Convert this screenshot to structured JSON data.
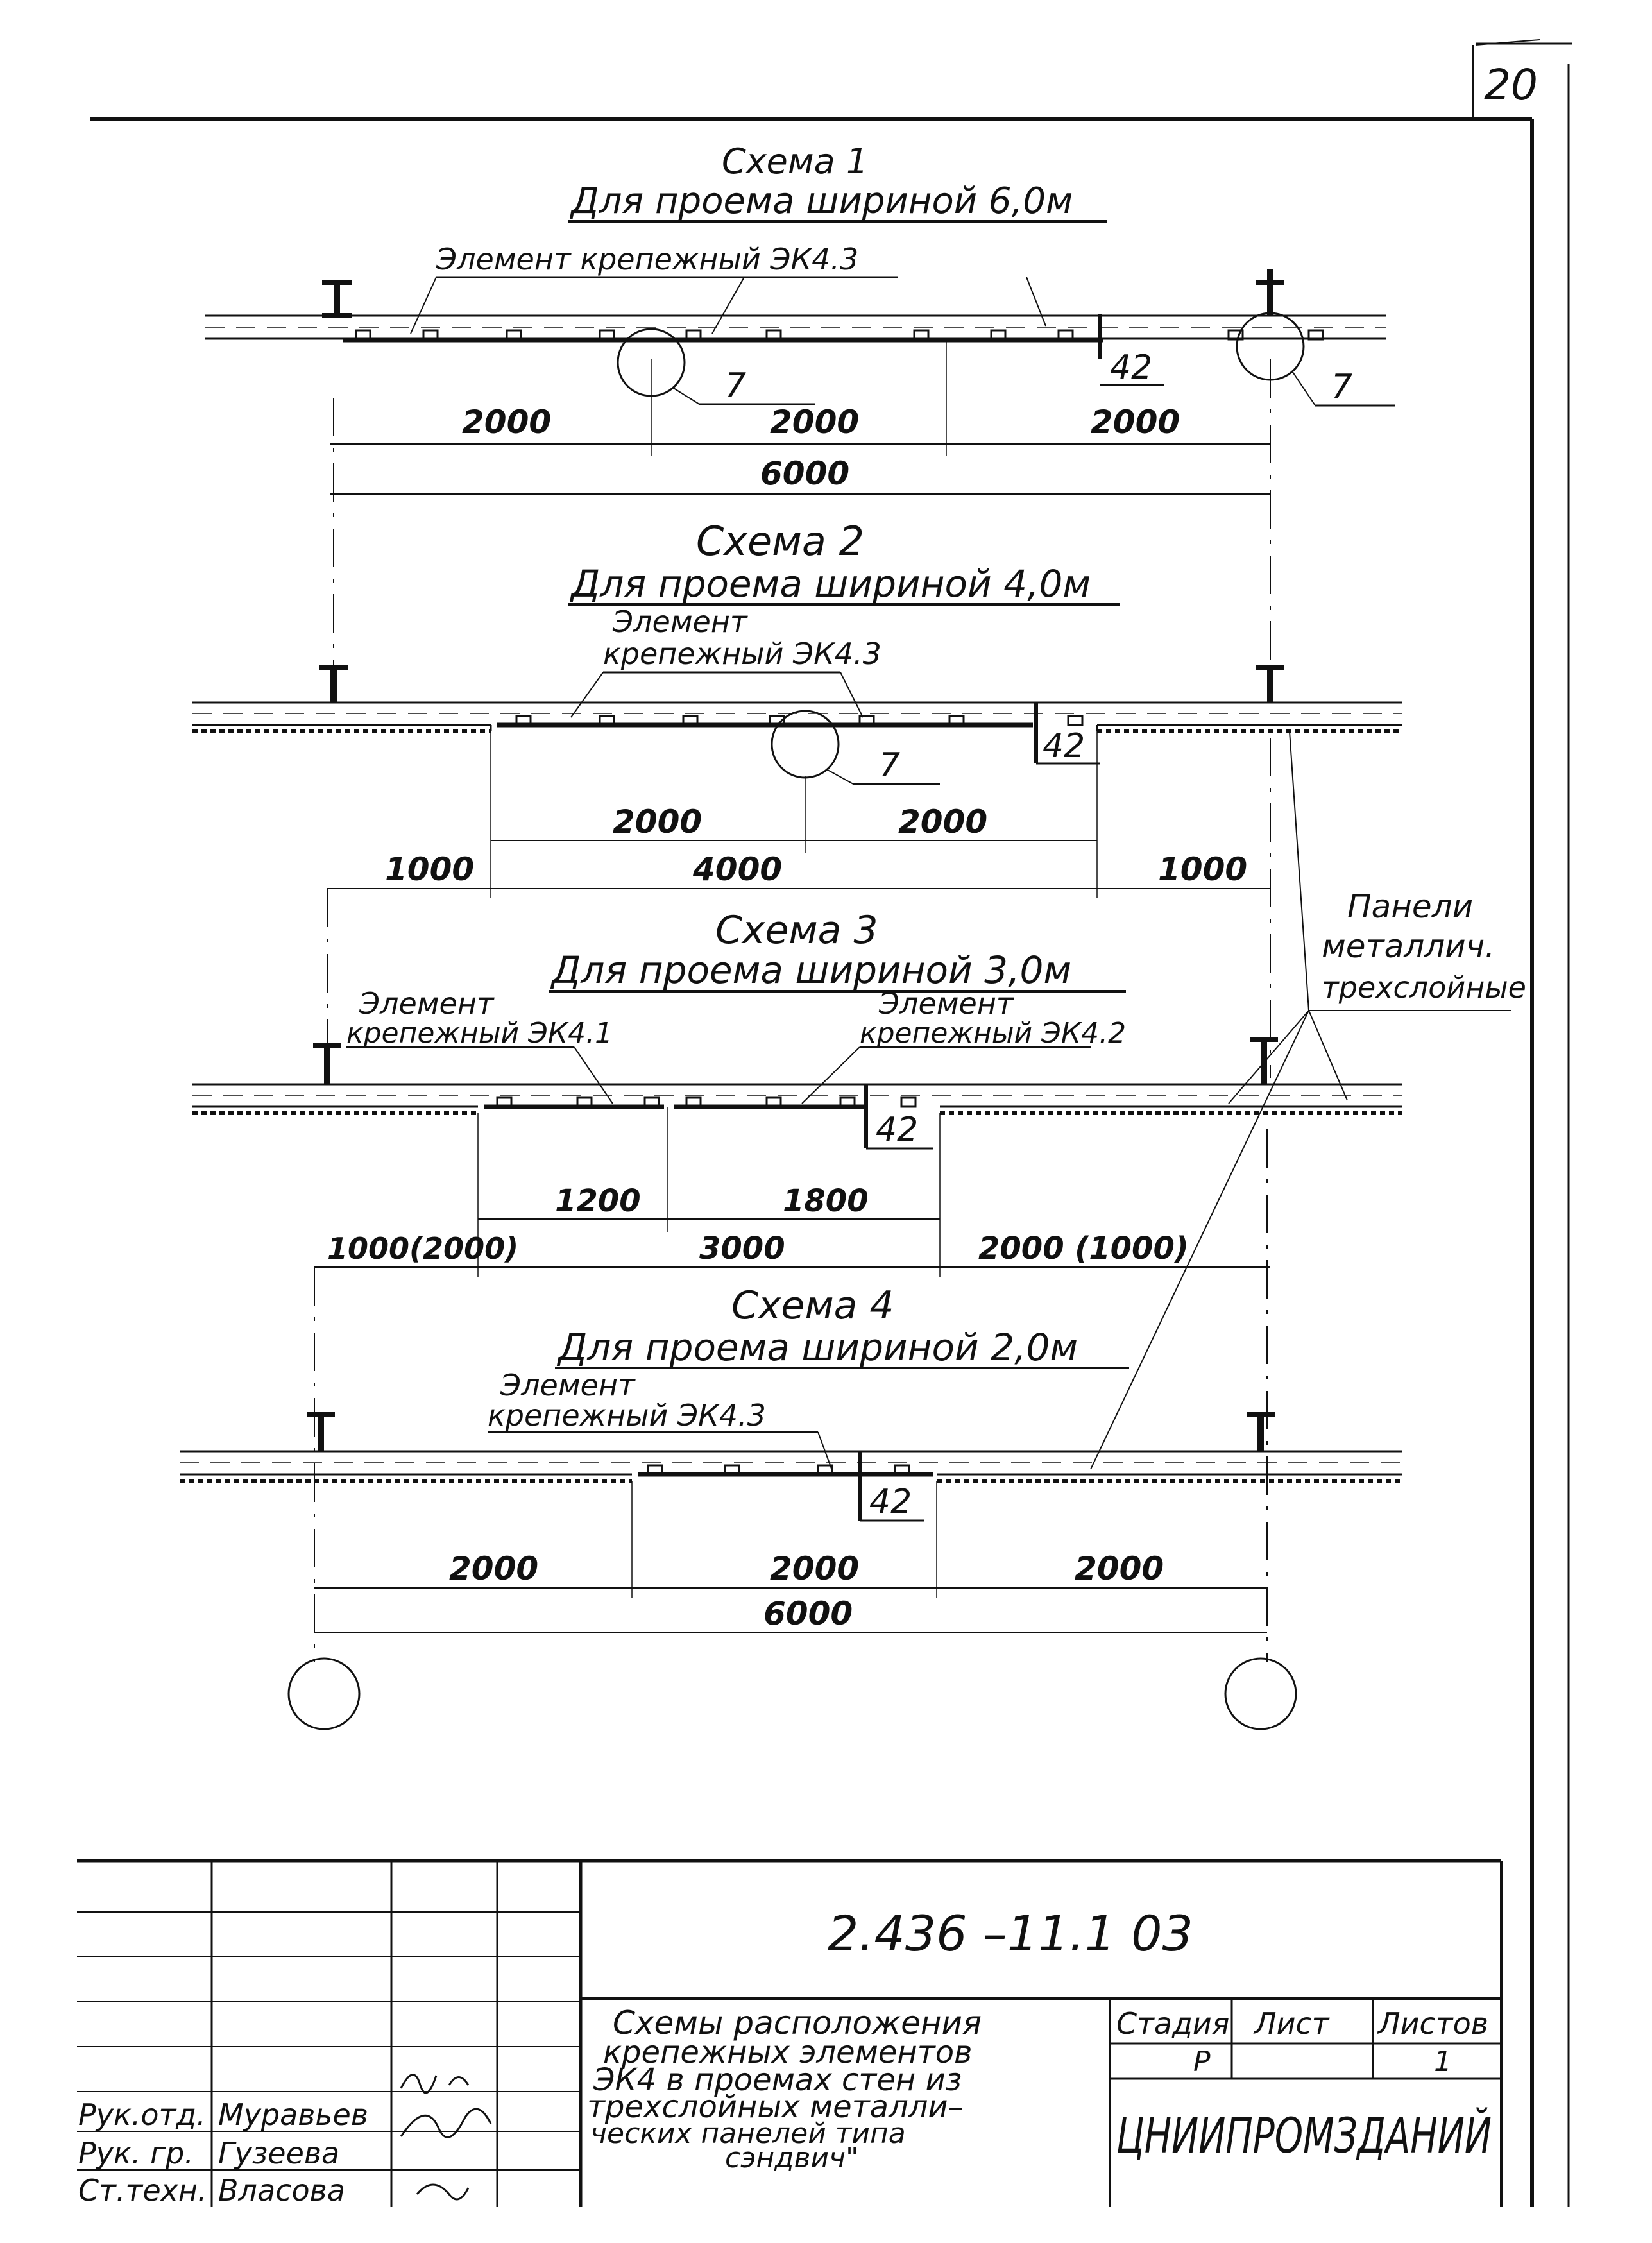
{
  "sheet": {
    "number": "20"
  },
  "schemes": [
    {
      "title": "Схема 1",
      "subtitle": "Для проема шириной 6,0м",
      "labels": [
        "Элемент крепежный ЭК4.3"
      ],
      "callouts": [
        "7",
        "7",
        "42"
      ],
      "dims_top": [
        "2000",
        "2000",
        "2000"
      ],
      "dims_bottom": [
        "6000"
      ]
    },
    {
      "title": "Схема 2",
      "subtitle": "Для проема шириной 4,0м",
      "labels": [
        "Элемент",
        "крепежный ЭК4.3"
      ],
      "callouts": [
        "7",
        "42"
      ],
      "dims_top": [
        "2000",
        "2000"
      ],
      "dims_bottom": [
        "1000",
        "4000",
        "1000"
      ]
    },
    {
      "title": "Схема 3",
      "subtitle": "Для проема шириной 3,0м",
      "labels": [
        "Элемент",
        "крепежный ЭК4.1",
        "Элемент",
        "крепежный ЭК4.2"
      ],
      "callouts": [
        "42"
      ],
      "dims_top": [
        "1200",
        "1800"
      ],
      "dims_bottom": [
        "1000(2000)",
        "3000",
        "2000 (1000)"
      ]
    },
    {
      "title": "Схема 4",
      "subtitle": "Для проема шириной 2,0м",
      "labels": [
        "Элемент",
        "крепежный ЭК4.3"
      ],
      "callouts": [
        "42"
      ],
      "dims_top": [
        "2000",
        "2000",
        "2000"
      ],
      "dims_bottom": [
        "6000"
      ]
    }
  ],
  "side_label": [
    "Панели",
    "металлич.",
    "трехслойные"
  ],
  "title_block": {
    "code": "2.436 –11.1 03",
    "description": [
      "Схемы расположения",
      "крепежных элементов",
      "ЭК4 в проемах стен из",
      "трехслойных металли–",
      "ческих панелей типа",
      "сэндвич\""
    ],
    "stage_header": "Стадия",
    "sheet_header": "Лист",
    "sheets_header": "Листов",
    "stage": "Р",
    "sheet": "",
    "sheets": "1",
    "organization": "ЦНИИПРОМЗДАНИЙ",
    "signers": [
      {
        "role": "Рук.отд.",
        "name": "Муравьев"
      },
      {
        "role": "Рук. гр.",
        "name": "Гузеева"
      },
      {
        "role": "Ст.техн.",
        "name": "Власова"
      }
    ]
  }
}
